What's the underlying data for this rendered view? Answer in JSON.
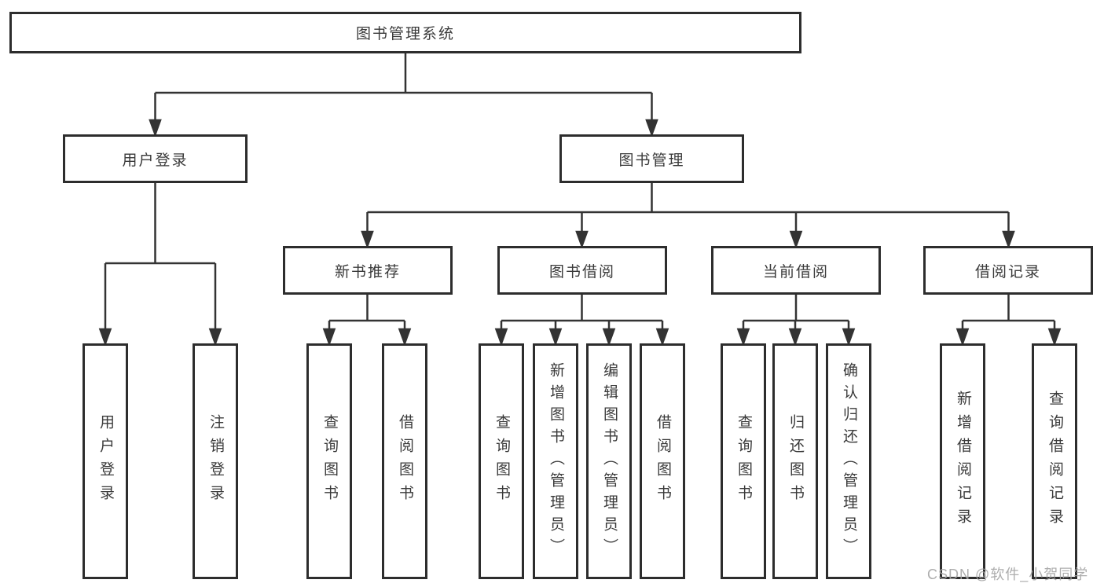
{
  "diagram": {
    "root": "图书管理系统",
    "level2": [
      "用户登录",
      "图书管理"
    ],
    "level3": [
      "新书推荐",
      "图书借阅",
      "当前借阅",
      "借阅记录"
    ],
    "leaves": [
      "用户登录",
      "注销登录",
      "查询图书",
      "借阅图书",
      "查询图书",
      "新增图书（管理员）",
      "编辑图书（管理员）",
      "借阅图书",
      "查询图书",
      "归还图书",
      "确认归还（管理员）",
      "新增借阅记录",
      "查询借阅记录"
    ],
    "watermark": "CSDN @软件_小贺同学",
    "colors": {
      "line": "#333333",
      "box_border": "#2d2d2d",
      "text": "#3a3a3a",
      "watermark": "#a4a4a4",
      "background": "#ffffff"
    }
  }
}
